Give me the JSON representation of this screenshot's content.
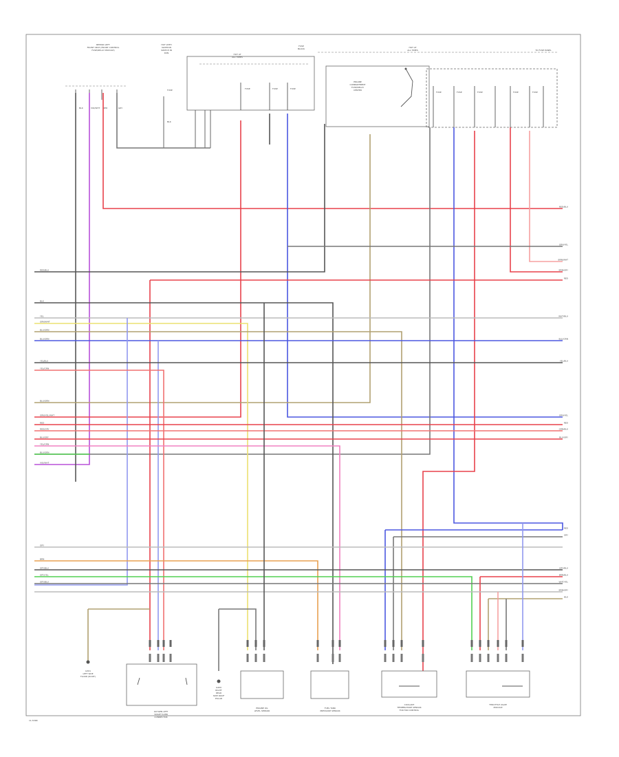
{
  "sheet": {
    "footer_code": "11-5368"
  },
  "top_labels": {
    "module_left": "BEHIND LEFT\nFRONT SEAT (FRONT CONTROL\nFUSE/RELAY MODULE)",
    "fuse_center": "HOT WITH\nIGNITION\nSWITCH IN\nRUN",
    "fusebox_left": "HOT AT\nALL TIMES",
    "fuse_note": "FUSE\nBLOCK",
    "fusebox_right": "HOT AT\nALL TIMES",
    "relay_box": "ENGINE\nCOMPARTMENT\nFUSE/RELAY\nCENTER",
    "right_ref": "TO FUSE PANEL"
  },
  "wire_colors": {
    "red": "#e8404a",
    "blue": "#4a56e0",
    "violet": "#b850d8",
    "yellow": "#ece070",
    "green": "#50d050",
    "orange": "#e8a050",
    "pink": "#f080c0",
    "pinkRed": "#f07070",
    "gray": "#777777",
    "dark": "#555555",
    "tan": "#b0a070",
    "lightRed": "#f5a0a0",
    "lightBlue": "#9098ee",
    "lightGray": "#bbbbbb"
  },
  "right_wire_labels": [
    "RED/BLU",
    "GRN/YEL",
    "BRN/WHT",
    "BRN/GRY",
    "RED",
    "WHT/BLU",
    "BLU/GRN",
    "YEL/BLU",
    "GRN/YEL",
    "RED",
    "GRN/BLK",
    "BLU/GRY",
    "RED",
    "GRY",
    "GRY/BLU",
    "BRN/BLU",
    "WHT/YEL",
    "BRN/GRY",
    "BLK"
  ],
  "left_wire_labels": [
    "RED/BLU",
    "BLK",
    "YEL",
    "GRN/WHT",
    "BLU/GRN",
    "BLU/GRN",
    "YEL/BLU",
    "YEL/GRN",
    "BLU/GRN",
    "GRN/YEL/WHT",
    "RED",
    "RED/GRY",
    "BLU/GRY",
    "YEL/GRN",
    "BLU/GRN",
    "VIO/WHT",
    "GRY",
    "BRN",
    "GRY/BLU",
    "GRY/YEL",
    "GRY/BLU"
  ],
  "components": {
    "ground_left": "G301\nLEFT SIDE\nFLOOR (ROOF)",
    "sensor_a": "OXYGEN LEFT\nVIOLET 6-PIN\nCONNECTOR",
    "ground_mid": "G400\nRIGHT\nREAR\nSIDE ROOF\nPILLAR",
    "sensor_b": "ENGINE OIL\nLEVEL SENSOR",
    "sensor_c": "FUEL TANK\nPRESSURE SENSOR",
    "sensor_d": "COOLANT\nTEMPERATURE SENSOR\nFOR FAN CONTROL",
    "sensor_e": "THROTTLE VALVE\nMODULE"
  }
}
